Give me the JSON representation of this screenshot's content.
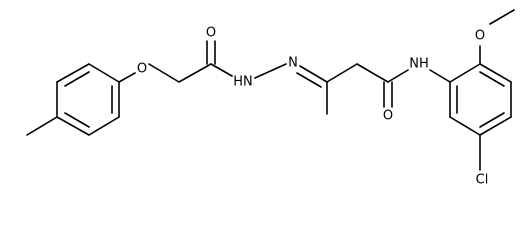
{
  "molecule": {
    "atom_labels": {
      "ether_o": "O",
      "acyl_o": "O",
      "nh_hydrazide": "HN",
      "n_imine": "N",
      "amide_o": "O",
      "nh_amide": "NH",
      "methoxy_o": "O",
      "cl": "Cl"
    }
  }
}
